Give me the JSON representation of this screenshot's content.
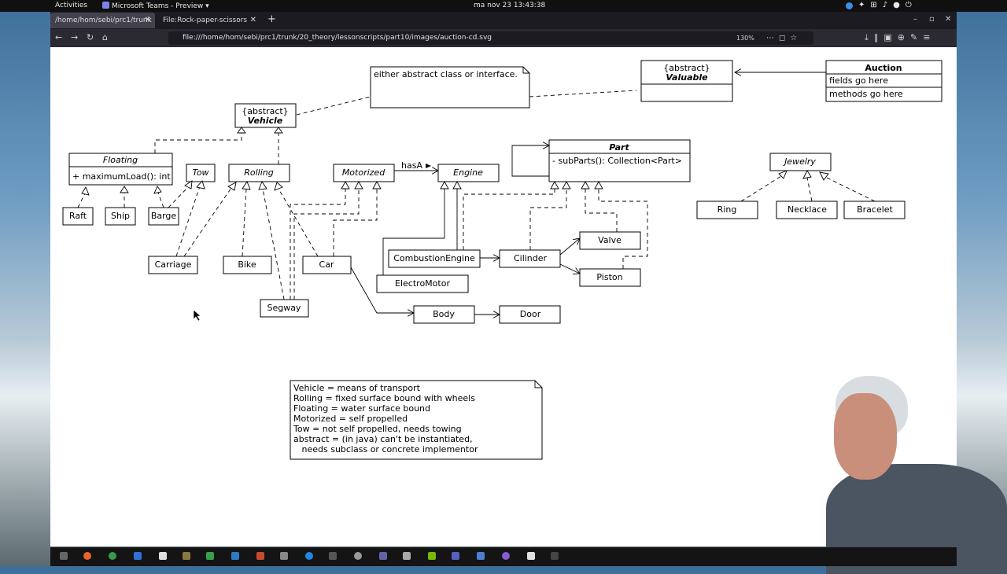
{
  "topbar": {
    "activities": "Activities",
    "app": "Microsoft Teams - Preview",
    "clock": "ma nov 23  13:43:38"
  },
  "browser": {
    "tabs": [
      {
        "label": "/home/hom/sebi/prc1/trunk"
      },
      {
        "label": "File:Rock-paper-scissors"
      }
    ],
    "url": "file:///home/hom/sebi/prc1/trunk/20_theory/lessonscripts/part10/images/auction-cd.svg",
    "zoom": "130%"
  },
  "diagram": {
    "vehicle": {
      "stereotype": "{abstract}",
      "name": "Vehicle"
    },
    "valuable": {
      "stereotype": "{abstract}",
      "name": "Valuable"
    },
    "auction": {
      "name": "Auction",
      "fields": "fields go here",
      "methods": "methods go here"
    },
    "note_top": "either abstract class or interface.",
    "floating": {
      "name": "Floating",
      "method": "+ maximumLoad(): int"
    },
    "tow": "Tow",
    "rolling": "Rolling",
    "motorized": "Motorized",
    "engine": "Engine",
    "has_a": "hasA",
    "part": {
      "name": "Part",
      "method": "- subParts(): Collection<Part>"
    },
    "jewelry": "Jewelry",
    "raft": "Raft",
    "ship": "Ship",
    "barge": "Barge",
    "carriage": "Carriage",
    "bike": "Bike",
    "car": "Car",
    "segway": "Segway",
    "combustion_engine": "CombustionEngine",
    "electro_motor": "ElectroMotor",
    "cilinder": "Cilinder",
    "valve": "Valve",
    "piston": "Piston",
    "body": "Body",
    "door": "Door",
    "ring": "Ring",
    "necklace": "Necklace",
    "bracelet": "Bracelet",
    "legend": [
      "Vehicle = means of transport",
      "Rolling = fixed surface bound with wheels",
      "Floating = water surface bound",
      "Motorized = self propelled",
      "Tow = not self propelled, needs towing",
      "abstract = (in java) can't be instantiated,",
      "   needs subclass or concrete implementor"
    ]
  }
}
